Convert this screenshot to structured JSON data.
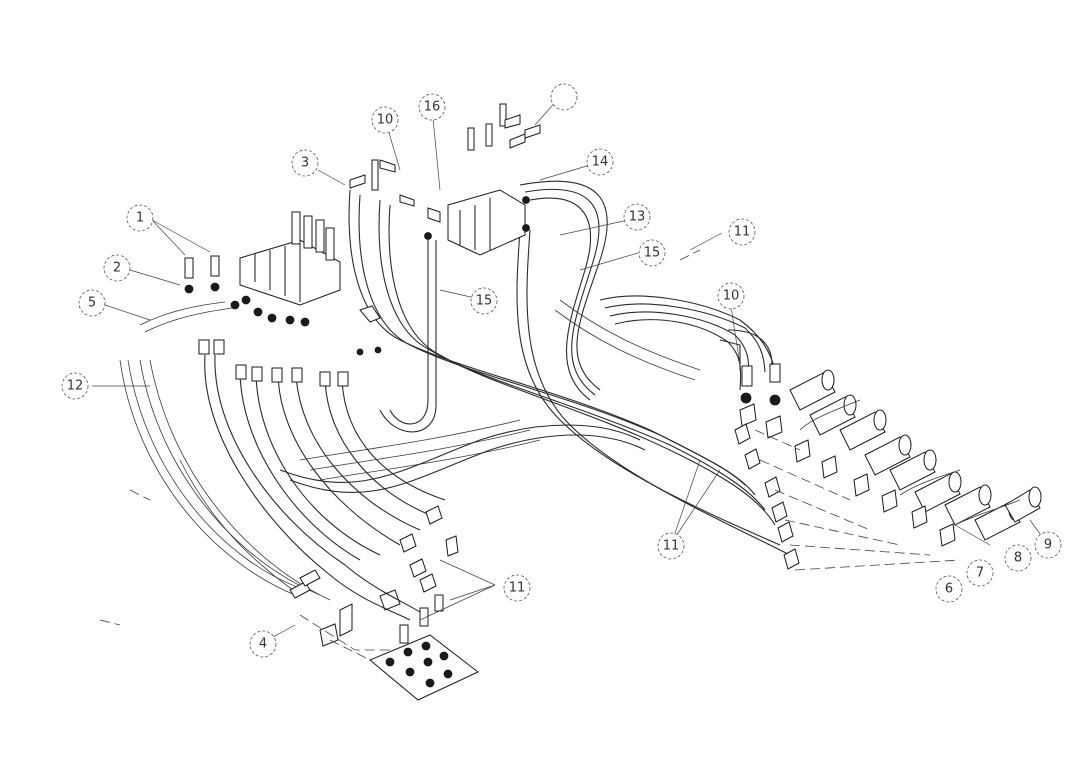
{
  "diagram": {
    "callouts": [
      {
        "id": "c1",
        "text": "1"
      },
      {
        "id": "c2",
        "text": "2"
      },
      {
        "id": "c3",
        "text": "3"
      },
      {
        "id": "c4",
        "text": "4"
      },
      {
        "id": "c5",
        "text": "5"
      },
      {
        "id": "c6",
        "text": "6"
      },
      {
        "id": "c7",
        "text": "7"
      },
      {
        "id": "c8",
        "text": "8"
      },
      {
        "id": "c9",
        "text": "9"
      },
      {
        "id": "c10a",
        "text": "10"
      },
      {
        "id": "c10b",
        "text": "10"
      },
      {
        "id": "c11a",
        "text": "11"
      },
      {
        "id": "c11b",
        "text": "11"
      },
      {
        "id": "c11c",
        "text": "11"
      },
      {
        "id": "c12",
        "text": "12"
      },
      {
        "id": "c13",
        "text": "13"
      },
      {
        "id": "c14",
        "text": "14"
      },
      {
        "id": "c15a",
        "text": "15"
      },
      {
        "id": "c15b",
        "text": "15"
      },
      {
        "id": "c16",
        "text": "16"
      }
    ]
  }
}
